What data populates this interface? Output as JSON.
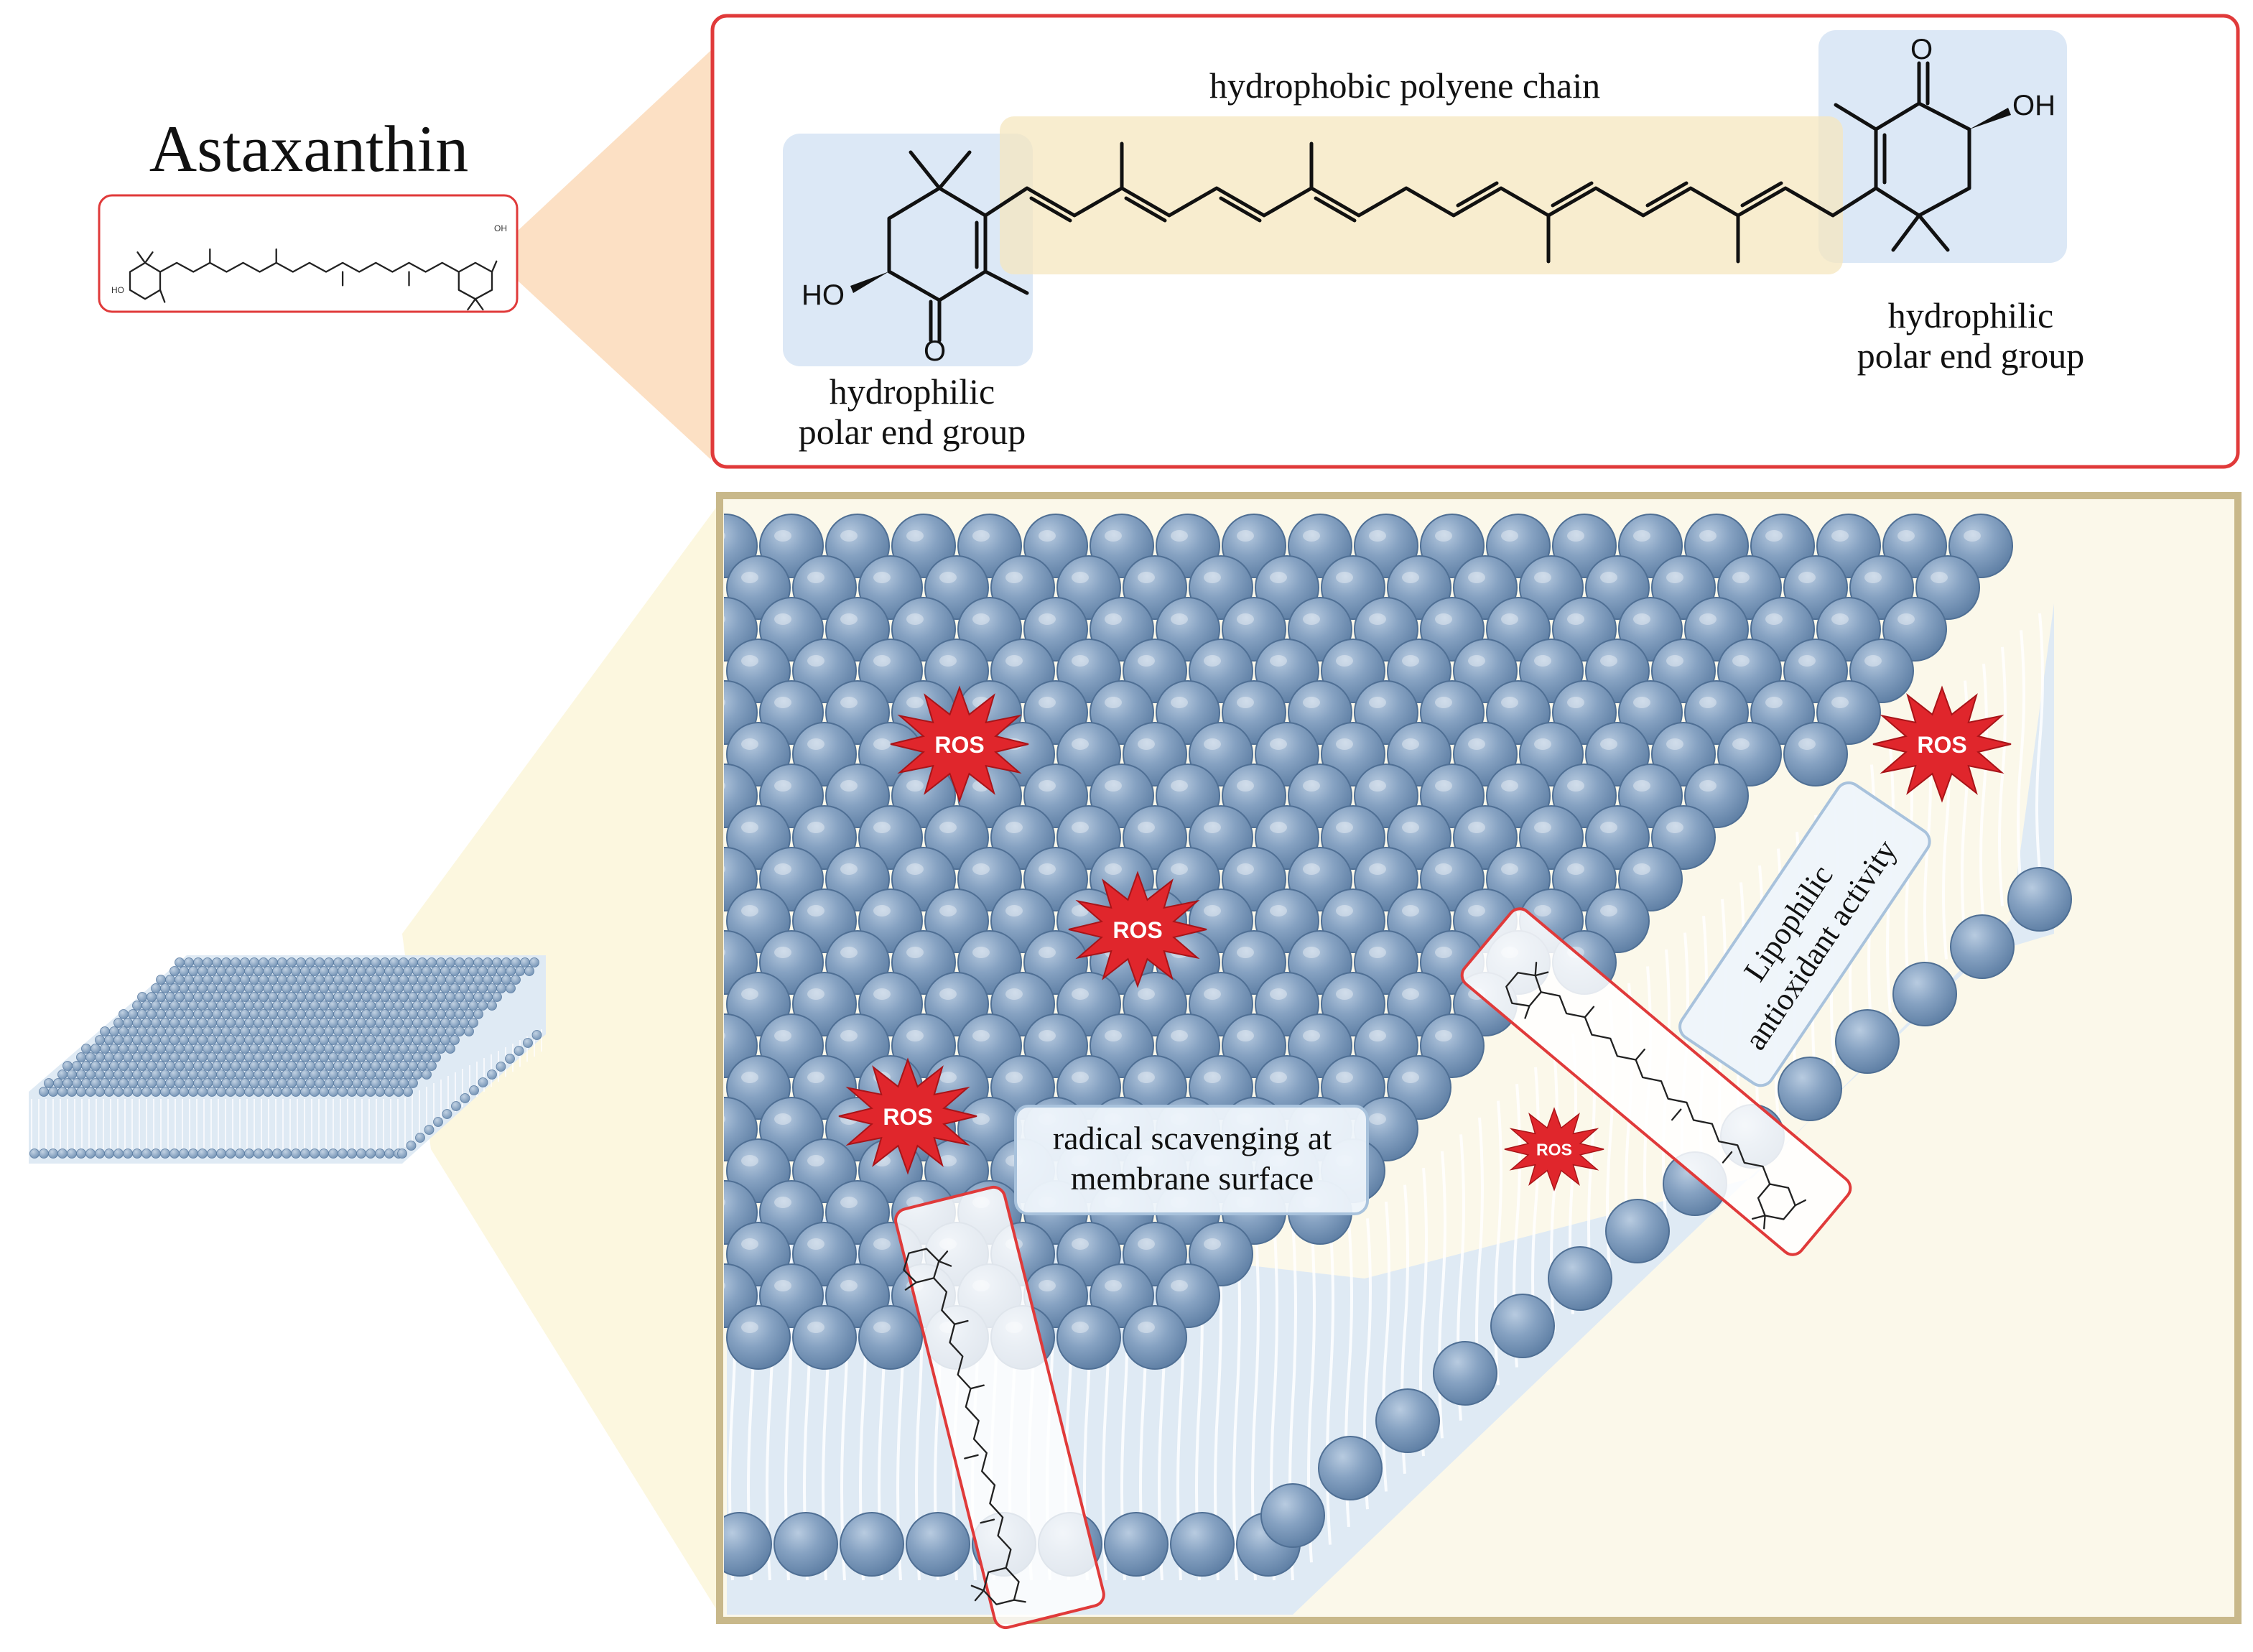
{
  "title": "Astaxanthin",
  "structure_labels": {
    "chain": "hydrophobic polyene chain",
    "left_end_line1": "hydrophilic",
    "left_end_line2": "polar end group",
    "right_end_line1": "hydrophilic",
    "right_end_line2": "polar end group"
  },
  "atoms": {
    "ho": "HO",
    "oh": "OH",
    "o": "O"
  },
  "membrane_labels": {
    "surface_line1": "radical scavenging at",
    "surface_line2": "membrane surface",
    "lipophilic_line1": "Lipophilic",
    "lipophilic_line2": "antioxidant activity"
  },
  "ros_label": "ROS",
  "colors": {
    "structure_frame": "#e03a3a",
    "membrane_frame": "#c8b88a",
    "membrane_bg": "#fbf8ea",
    "lipid_head": "#7f9cbd",
    "lipid_head_dark": "#5d7ea3",
    "ros_fill": "#e0262c",
    "polar_highlight": "#dce8f6",
    "chain_highlight": "#f8ecc8",
    "zoom_wedge_orange": "#fbd6b0",
    "zoom_wedge_cream": "#fcf6dc"
  }
}
